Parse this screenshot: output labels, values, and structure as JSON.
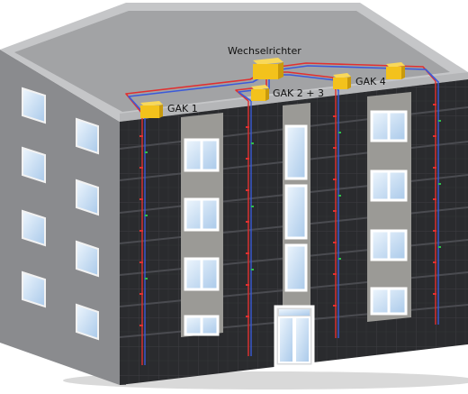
{
  "labels": {
    "inverter": "Wechselrichter",
    "gak1": "GAK 1",
    "gak23": "GAK 2 + 3",
    "gak4": "GAK 4"
  },
  "colors": {
    "panel": "#2a2b2e",
    "panel_line": "#3b3c40",
    "side_wall": "#8a8b8e",
    "roof": "#a2a3a5",
    "parapet": "#c5c6c8",
    "recess": "#9b9a96",
    "box": "#f3c21c",
    "cable_red": "#e03030",
    "cable_blue": "#3c5bd8",
    "window_glass": "#d5e6f7"
  }
}
